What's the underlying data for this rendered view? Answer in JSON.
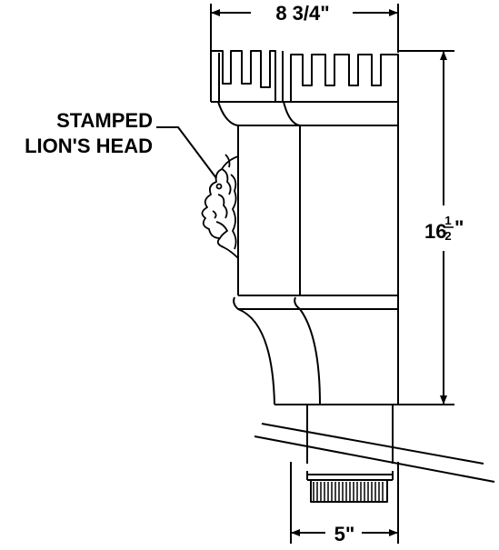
{
  "drawing": {
    "subject": "Conductor head with castellated top and stamped lion's head",
    "colors": {
      "line": "#000000",
      "background": "#ffffff"
    }
  },
  "dimensions": {
    "top_width": "8 3/4\"",
    "height_whole": "16",
    "height_num": "1",
    "height_den": "2",
    "height_inch": "\"",
    "bottom_width": "5\""
  },
  "callout": {
    "line1": "STAMPED",
    "line2": "LION'S HEAD"
  }
}
